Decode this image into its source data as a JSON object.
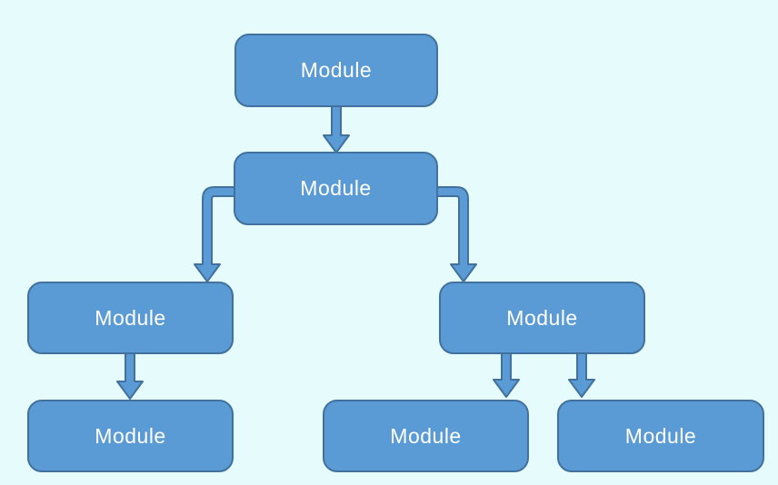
{
  "diagram": {
    "type": "flowchart-tree",
    "colors": {
      "background": "#e6fcfc",
      "node_fill": "#5b9bd5",
      "node_border": "#41719c",
      "node_text": "#ffffff"
    },
    "nodes": [
      {
        "id": "module-1",
        "label": "Module",
        "row": 1
      },
      {
        "id": "module-2",
        "label": "Module",
        "row": 2
      },
      {
        "id": "module-3",
        "label": "Module",
        "row": 3
      },
      {
        "id": "module-4",
        "label": "Module",
        "row": 3
      },
      {
        "id": "module-5",
        "label": "Module",
        "row": 4
      },
      {
        "id": "module-6",
        "label": "Module",
        "row": 4
      },
      {
        "id": "module-7",
        "label": "Module",
        "row": 4
      }
    ],
    "edges": [
      {
        "from": "module-1",
        "to": "module-2",
        "shape": "straight-down"
      },
      {
        "from": "module-2",
        "to": "module-3",
        "shape": "elbow-left-down"
      },
      {
        "from": "module-2",
        "to": "module-4",
        "shape": "elbow-right-down"
      },
      {
        "from": "module-3",
        "to": "module-5",
        "shape": "straight-down"
      },
      {
        "from": "module-4",
        "to": "module-6",
        "shape": "straight-down"
      },
      {
        "from": "module-4",
        "to": "module-7",
        "shape": "straight-down"
      }
    ]
  }
}
